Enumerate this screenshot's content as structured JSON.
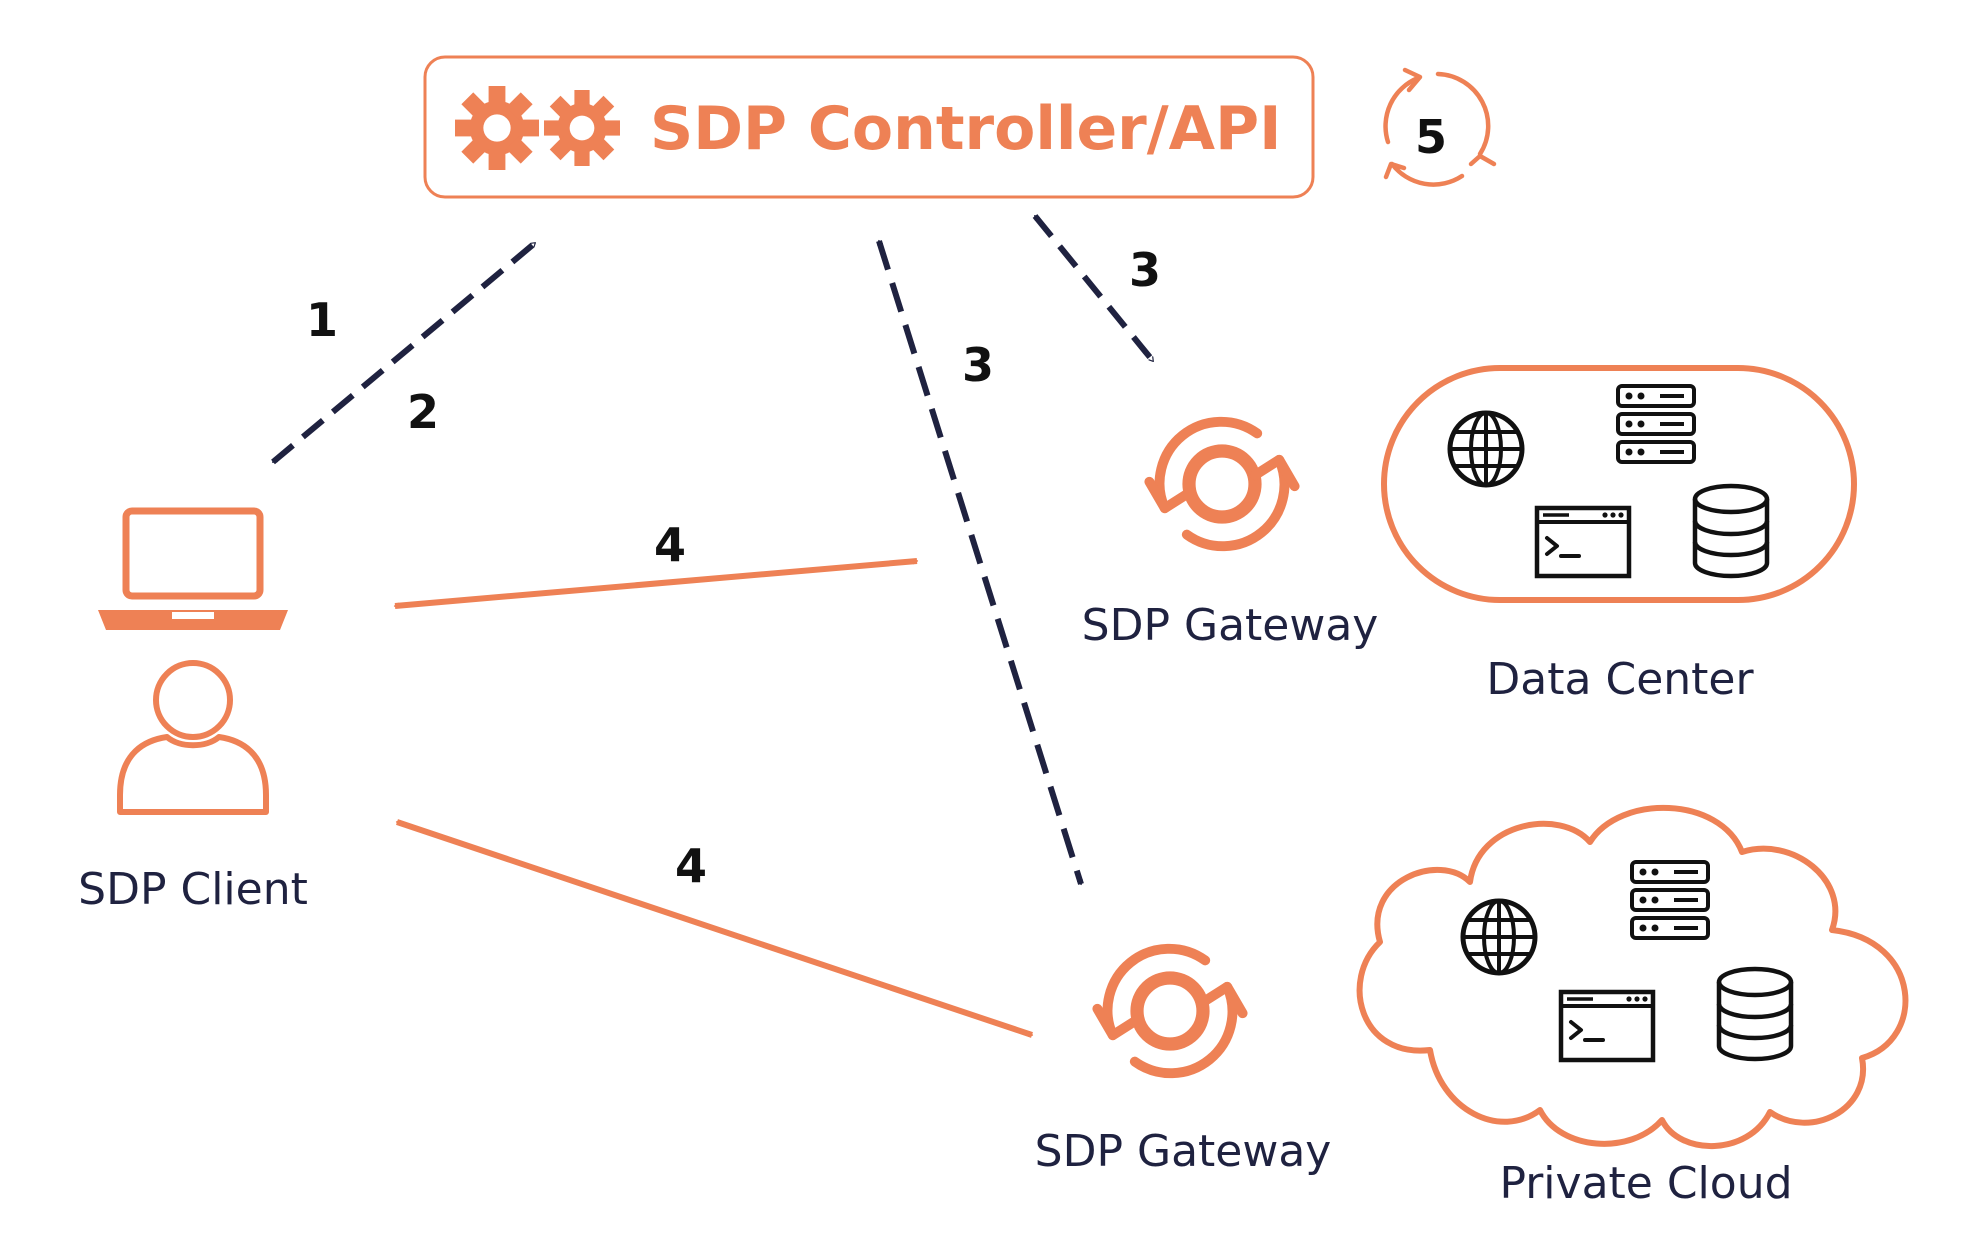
{
  "colors": {
    "accent": "#ee8155",
    "dark": "#1f2240",
    "text": "#1f2240",
    "step": "#111111"
  },
  "controller": {
    "title": "SDP Controller/API",
    "icon": "gears-icon"
  },
  "client": {
    "label": "SDP Client",
    "icons": [
      "laptop-icon",
      "user-icon"
    ]
  },
  "gateways": [
    {
      "label": "SDP Gateway",
      "icon": "sync-gateway-icon"
    },
    {
      "label": "SDP Gateway",
      "icon": "sync-gateway-icon"
    }
  ],
  "resources": [
    {
      "label": "Data Center",
      "icons": [
        "globe-icon",
        "server-icon",
        "terminal-icon",
        "database-icon"
      ]
    },
    {
      "label": "Private Cloud",
      "icons": [
        "globe-icon",
        "server-icon",
        "terminal-icon",
        "database-icon"
      ]
    }
  ],
  "steps": {
    "client_controller_a": "1",
    "client_controller_b": "2",
    "controller_gateway1": "3",
    "controller_gateway2": "3",
    "client_gateway1": "4",
    "client_gateway2": "4",
    "refresh": "5"
  }
}
